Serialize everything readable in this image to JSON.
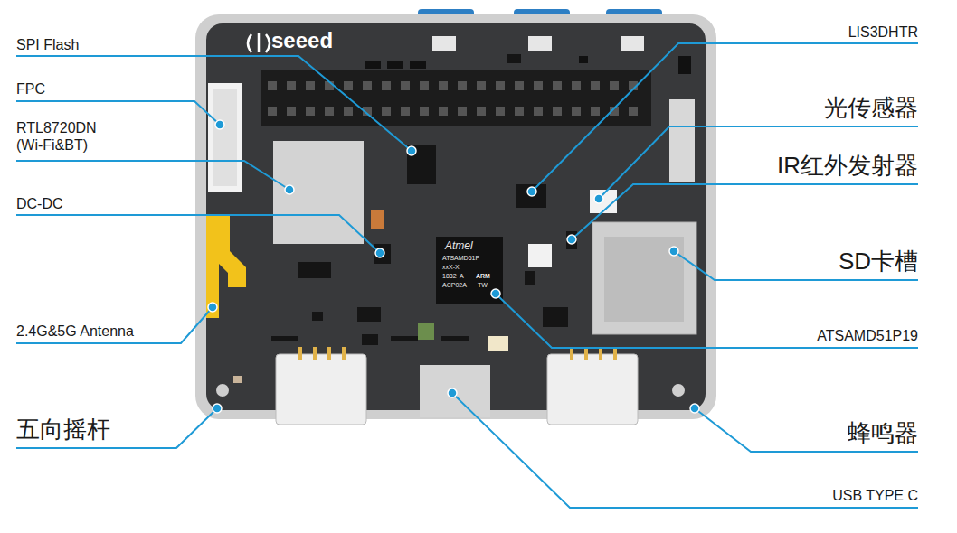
{
  "diagram": {
    "labels": [
      "SPI Flash",
      "FPC",
      "RTL8720DN (Wi-Fi&BT)",
      "DC-DC",
      "2.4G&5G Antenna",
      "五向摇杆",
      "LIS3DHTR",
      "光传感器",
      "IR红外发射器",
      "SD卡槽",
      "ATSAMD51P19",
      "蜂鸣器",
      "USB TYPE C",
      "seeed",
      "Atmel",
      "ATSAMD51P",
      "xxX-X",
      "1832",
      "A",
      "ARM",
      "ACP02A",
      "TW"
    ]
  }
}
